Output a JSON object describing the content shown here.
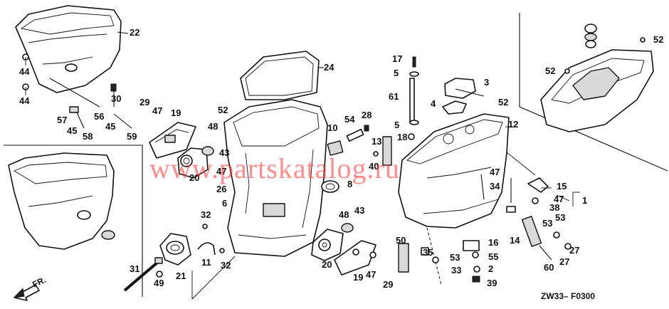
{
  "diagram": {
    "watermark": "www.partskatalog.ru",
    "drawing_code": "ZW33– F0300",
    "front_marker": "FR.",
    "callouts": [
      {
        "id": "c22",
        "text": "22"
      },
      {
        "id": "c44a",
        "text": "44"
      },
      {
        "id": "c44b",
        "text": "44"
      },
      {
        "id": "c30",
        "text": "30"
      },
      {
        "id": "c56",
        "text": "56"
      },
      {
        "id": "c57",
        "text": "57"
      },
      {
        "id": "c45a",
        "text": "45"
      },
      {
        "id": "c45b",
        "text": "45"
      },
      {
        "id": "c58",
        "text": "58"
      },
      {
        "id": "c59",
        "text": "59"
      },
      {
        "id": "c29a",
        "text": "29"
      },
      {
        "id": "c47a",
        "text": "47"
      },
      {
        "id": "c19a",
        "text": "19"
      },
      {
        "id": "c24",
        "text": "24"
      },
      {
        "id": "c52a",
        "text": "52"
      },
      {
        "id": "c48a",
        "text": "48"
      },
      {
        "id": "c43a",
        "text": "43"
      },
      {
        "id": "c20a",
        "text": "20"
      },
      {
        "id": "c47b",
        "text": "47"
      },
      {
        "id": "c26",
        "text": "26"
      },
      {
        "id": "c6",
        "text": "6"
      },
      {
        "id": "c54",
        "text": "54"
      },
      {
        "id": "c28",
        "text": "28"
      },
      {
        "id": "c10",
        "text": "10"
      },
      {
        "id": "c13",
        "text": "13"
      },
      {
        "id": "c40",
        "text": "40"
      },
      {
        "id": "c8",
        "text": "8"
      },
      {
        "id": "c17",
        "text": "17"
      },
      {
        "id": "c5a",
        "text": "5"
      },
      {
        "id": "c61",
        "text": "61"
      },
      {
        "id": "c5b",
        "text": "5"
      },
      {
        "id": "c18",
        "text": "18"
      },
      {
        "id": "c3",
        "text": "3"
      },
      {
        "id": "c4",
        "text": "4"
      },
      {
        "id": "c52b",
        "text": "52"
      },
      {
        "id": "c12",
        "text": "12"
      },
      {
        "id": "c52c",
        "text": "52"
      },
      {
        "id": "c52d",
        "text": "52"
      },
      {
        "id": "c32a",
        "text": "32"
      },
      {
        "id": "c11",
        "text": "11"
      },
      {
        "id": "c32b",
        "text": "32"
      },
      {
        "id": "c31",
        "text": "31"
      },
      {
        "id": "c49",
        "text": "49"
      },
      {
        "id": "c21",
        "text": "21"
      },
      {
        "id": "c48b",
        "text": "48"
      },
      {
        "id": "c43b",
        "text": "43"
      },
      {
        "id": "c20b",
        "text": "20"
      },
      {
        "id": "c19b",
        "text": "19"
      },
      {
        "id": "c47c",
        "text": "47"
      },
      {
        "id": "c29b",
        "text": "29"
      },
      {
        "id": "c50",
        "text": "50"
      },
      {
        "id": "c35",
        "text": "35"
      },
      {
        "id": "c53a",
        "text": "53"
      },
      {
        "id": "c33",
        "text": "33"
      },
      {
        "id": "c16",
        "text": "16"
      },
      {
        "id": "c55",
        "text": "55"
      },
      {
        "id": "c2",
        "text": "2"
      },
      {
        "id": "c39",
        "text": "39"
      },
      {
        "id": "c34",
        "text": "34"
      },
      {
        "id": "c47d",
        "text": "47"
      },
      {
        "id": "c15",
        "text": "15"
      },
      {
        "id": "c47e",
        "text": "47"
      },
      {
        "id": "c1",
        "text": "1"
      },
      {
        "id": "c38",
        "text": "38"
      },
      {
        "id": "c53b",
        "text": "53"
      },
      {
        "id": "c53c",
        "text": "53"
      },
      {
        "id": "c14",
        "text": "14"
      },
      {
        "id": "c27a",
        "text": "27"
      },
      {
        "id": "c27b",
        "text": "27"
      },
      {
        "id": "c60",
        "text": "60"
      }
    ]
  }
}
